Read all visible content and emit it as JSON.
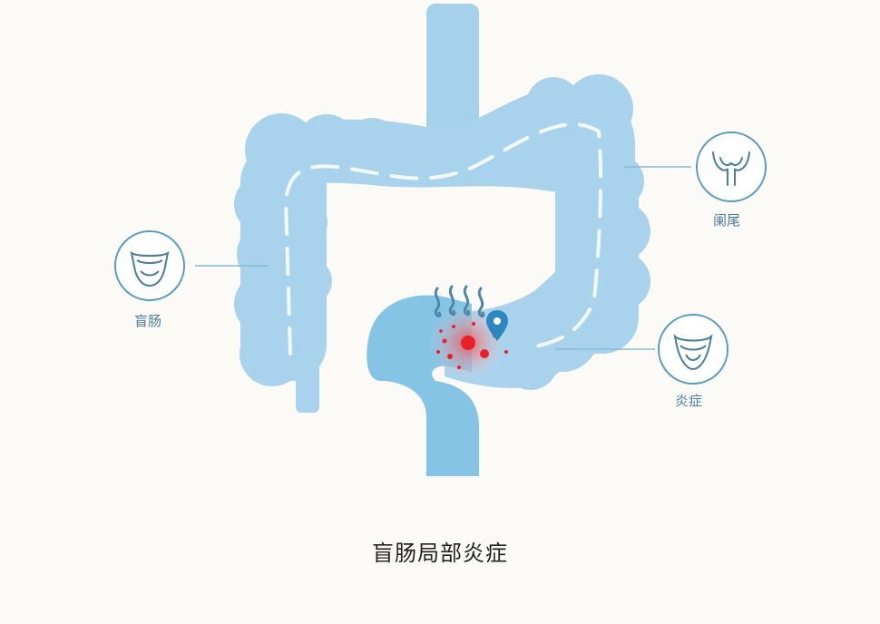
{
  "labels": {
    "cecum": "盲肠",
    "appendix": "阑尾",
    "inflammation": "炎症"
  },
  "caption": "盲肠局部炎症",
  "colors": {
    "intestine": "#a9d3ec",
    "intestine_dark": "#7fbde0",
    "small_intestine": "#8cc7e6",
    "line": "#86b9d6",
    "icon_ring": "#5a9cc0",
    "inflammation": "#e8202a",
    "glow": "#ff6b6b",
    "pin": "#2e86c1",
    "background": "#fbfaf7"
  },
  "icons": [
    "cecum-icon",
    "appendix-icon",
    "inflammation-icon",
    "heat-waves-icon",
    "location-pin-icon"
  ]
}
